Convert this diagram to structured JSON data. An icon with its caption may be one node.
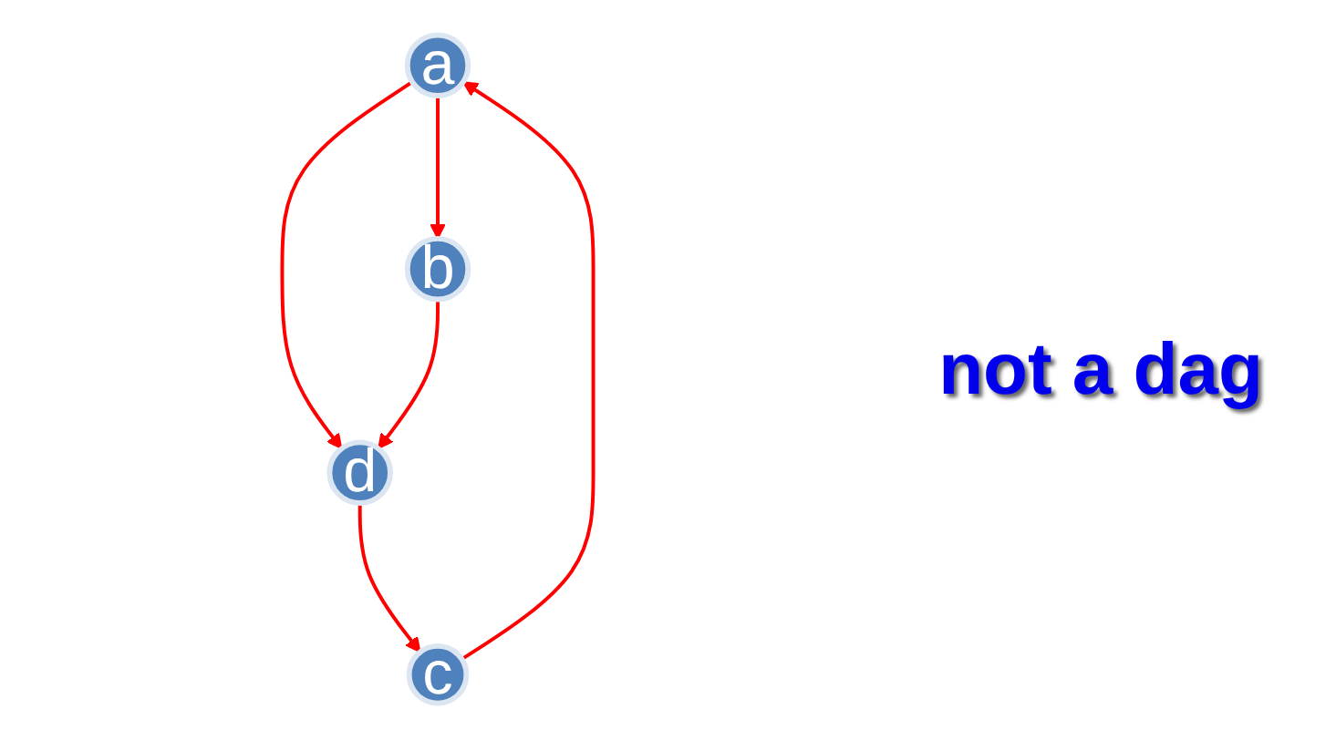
{
  "diagram": {
    "nodes": [
      {
        "text": [
          "a"
        ]
      },
      {
        "text": [
          "b"
        ]
      },
      {
        "text": [
          "c"
        ]
      },
      {
        "text": [
          "d"
        ]
      }
    ],
    "edges": [
      {
        "from": 0,
        "to": 1,
        "arrow": "to"
      },
      {
        "from": 0,
        "to": 3,
        "arrow": "to"
      },
      {
        "from": 1,
        "to": 3,
        "arrow": "to"
      },
      {
        "from": 3,
        "to": 2,
        "arrow": "to"
      },
      {
        "from": 2,
        "to": 0,
        "arrow": "to"
      }
    ],
    "labels": [
      "not a dag"
    ]
  }
}
